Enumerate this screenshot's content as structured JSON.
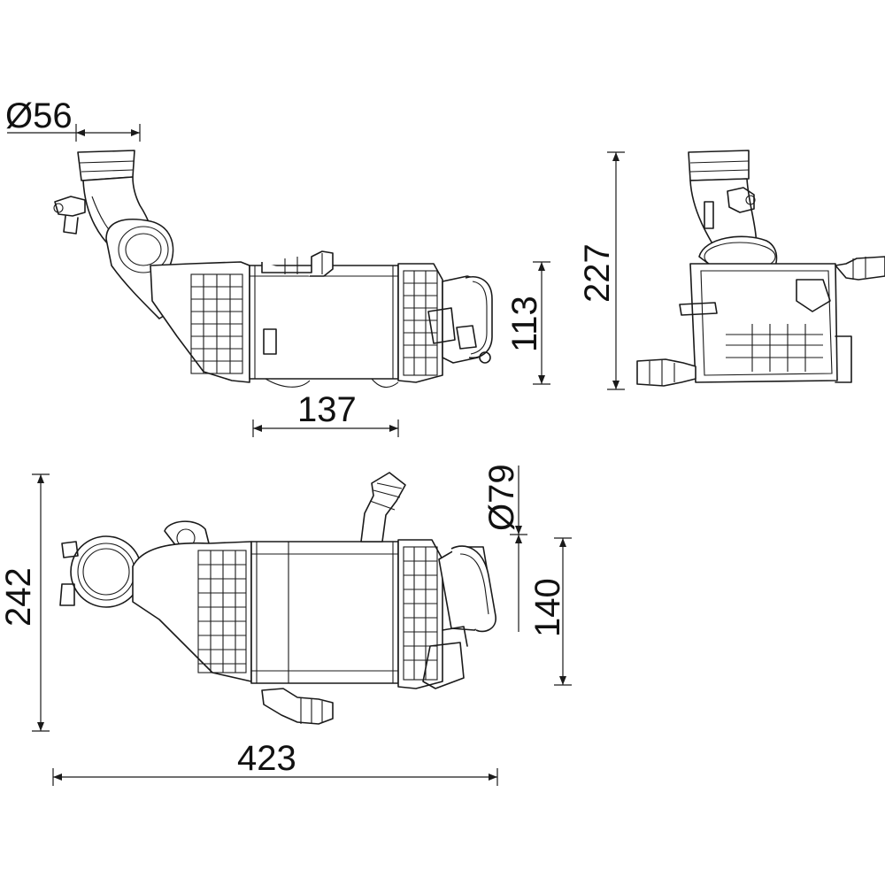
{
  "dimensions": {
    "inlet_diameter": "Ø56",
    "core_width": "137",
    "core_height": "113",
    "side_height": "227",
    "outlet_diameter": "Ø79",
    "bottom_height": "242",
    "bottom_core_height": "140",
    "overall_length": "423"
  },
  "colors": {
    "line": "#1a1a1a",
    "background": "#ffffff"
  }
}
